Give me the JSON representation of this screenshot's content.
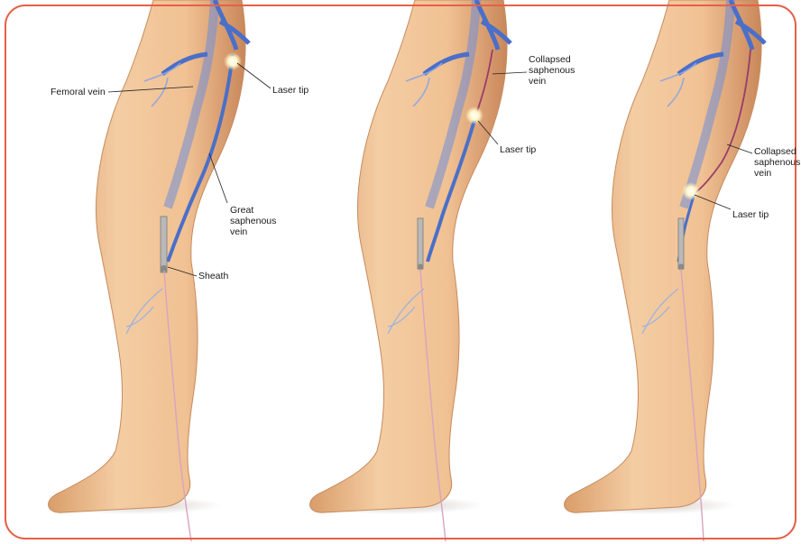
{
  "frame": {
    "border_color": "#e5604a",
    "background": "#ffffff"
  },
  "colors": {
    "skin": "#f0c496",
    "skin_shadow": "#d79a68",
    "vein": "#4a6fc9",
    "vein_collapsed": "#9a3d6a",
    "catheter": "#d9a3c0",
    "laser": "#fff8d0"
  },
  "panels": [
    {
      "labels": {
        "femoral_vein": "Femoral vein",
        "laser_tip": "Laser tip",
        "great_saphenous_vein": "Great\nsaphenous\nvein",
        "sheath": "Sheath"
      }
    },
    {
      "labels": {
        "collapsed_saphenous_vein": "Collapsed\nsaphenous\nvein",
        "laser_tip": "Laser tip"
      }
    },
    {
      "labels": {
        "collapsed_saphenous_vein": "Collapsed\nsaphenous\nvein",
        "laser_tip": "Laser tip"
      }
    }
  ]
}
